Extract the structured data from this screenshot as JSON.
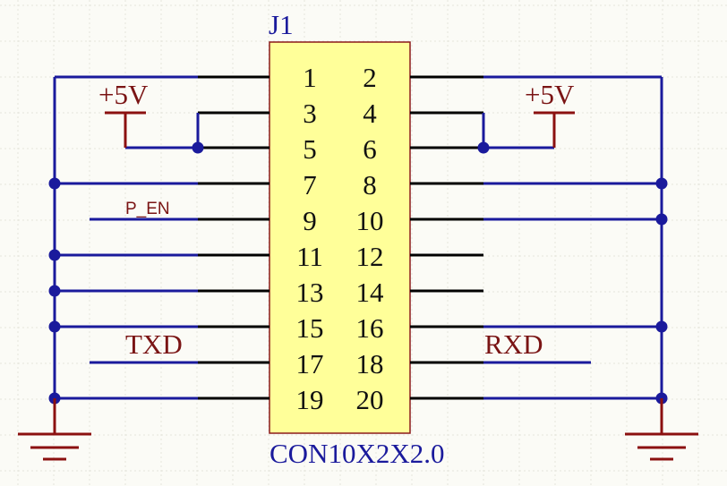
{
  "component": {
    "designator": "J1",
    "part": "CON10X2X2.0",
    "body_fill": "#ffff99",
    "body_stroke": "#8b1a1a",
    "pins_left": [
      "1",
      "3",
      "5",
      "7",
      "9",
      "11",
      "13",
      "15",
      "17",
      "19"
    ],
    "pins_right": [
      "2",
      "4",
      "6",
      "8",
      "10",
      "12",
      "14",
      "16",
      "18",
      "20"
    ]
  },
  "labels": {
    "p_en": "P_EN",
    "txd": "TXD",
    "rxd": "RXD",
    "vcc_left": "+5V",
    "vcc_right": "+5V"
  },
  "colors": {
    "wire": "#1a1a9c",
    "lead": "#000000",
    "power": "#8b1010",
    "background": "#fbfbf6",
    "grid": "#e4e4dc"
  }
}
